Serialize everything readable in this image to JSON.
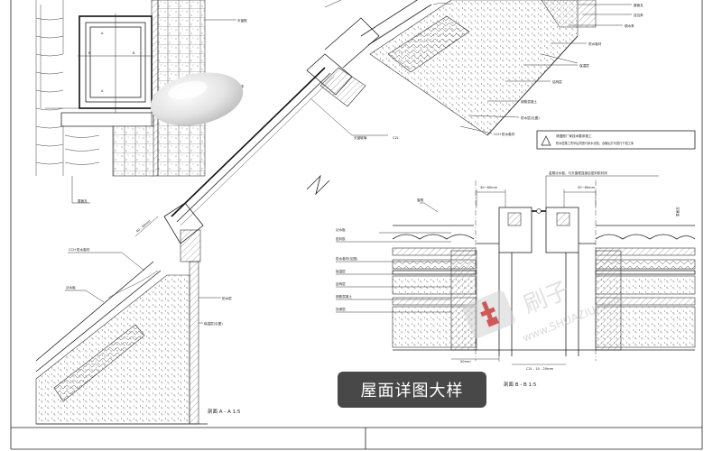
{
  "caption": "屋面详图大样",
  "watermark": {
    "brand": "刷子",
    "url": "www.SHUAZIUI.com"
  },
  "sections": {
    "left": "剖面 A - A 1:5",
    "right": "剖面 B - B 1:5",
    "right_dims": [
      "30~60mm",
      "30~60mm"
    ],
    "bottom_dims": [
      "50mm",
      "C2L - 10 - 20mm"
    ]
  },
  "labels": {
    "plan_top": "天窗框",
    "plan_mid": "墙体",
    "plan_bottom": "屋面瓦",
    "slope_side": "40 - 60mm",
    "glass": "天窗玻璃",
    "glass_code": "C2L",
    "eave_code": "CCH 防水卷材",
    "flash_left": "泛水板",
    "flash_left2": "防水层",
    "insul_left": "保温层(见图)",
    "top_right": [
      "屋面瓦",
      "挂瓦条",
      "顺水条",
      "防水卷材",
      "保温层",
      "结构层",
      "钢筋混凝土",
      "防水层(见图)",
      "防水涂料",
      "CCH 防水卷材"
    ],
    "warn": [
      "请遵照厂家技术要求施工",
      "防水层施工完毕后须进行闭水试验，合格后方可进行下道工序"
    ],
    "right_top_note": "金属泛水板，与天窗框连接后密封胶封闭",
    "right_left": [
      "泛水板",
      "密封胶",
      "防水卷材(见图)",
      "保温层",
      "结构层",
      "钢筋混凝土",
      "找坡层"
    ],
    "right_small": "窗框",
    "right_vertical": "屋面瓦"
  },
  "colors": {
    "line": "#222222",
    "caption_bg": "#333333",
    "caption_text": "#ffffff",
    "warn": "#222222"
  }
}
